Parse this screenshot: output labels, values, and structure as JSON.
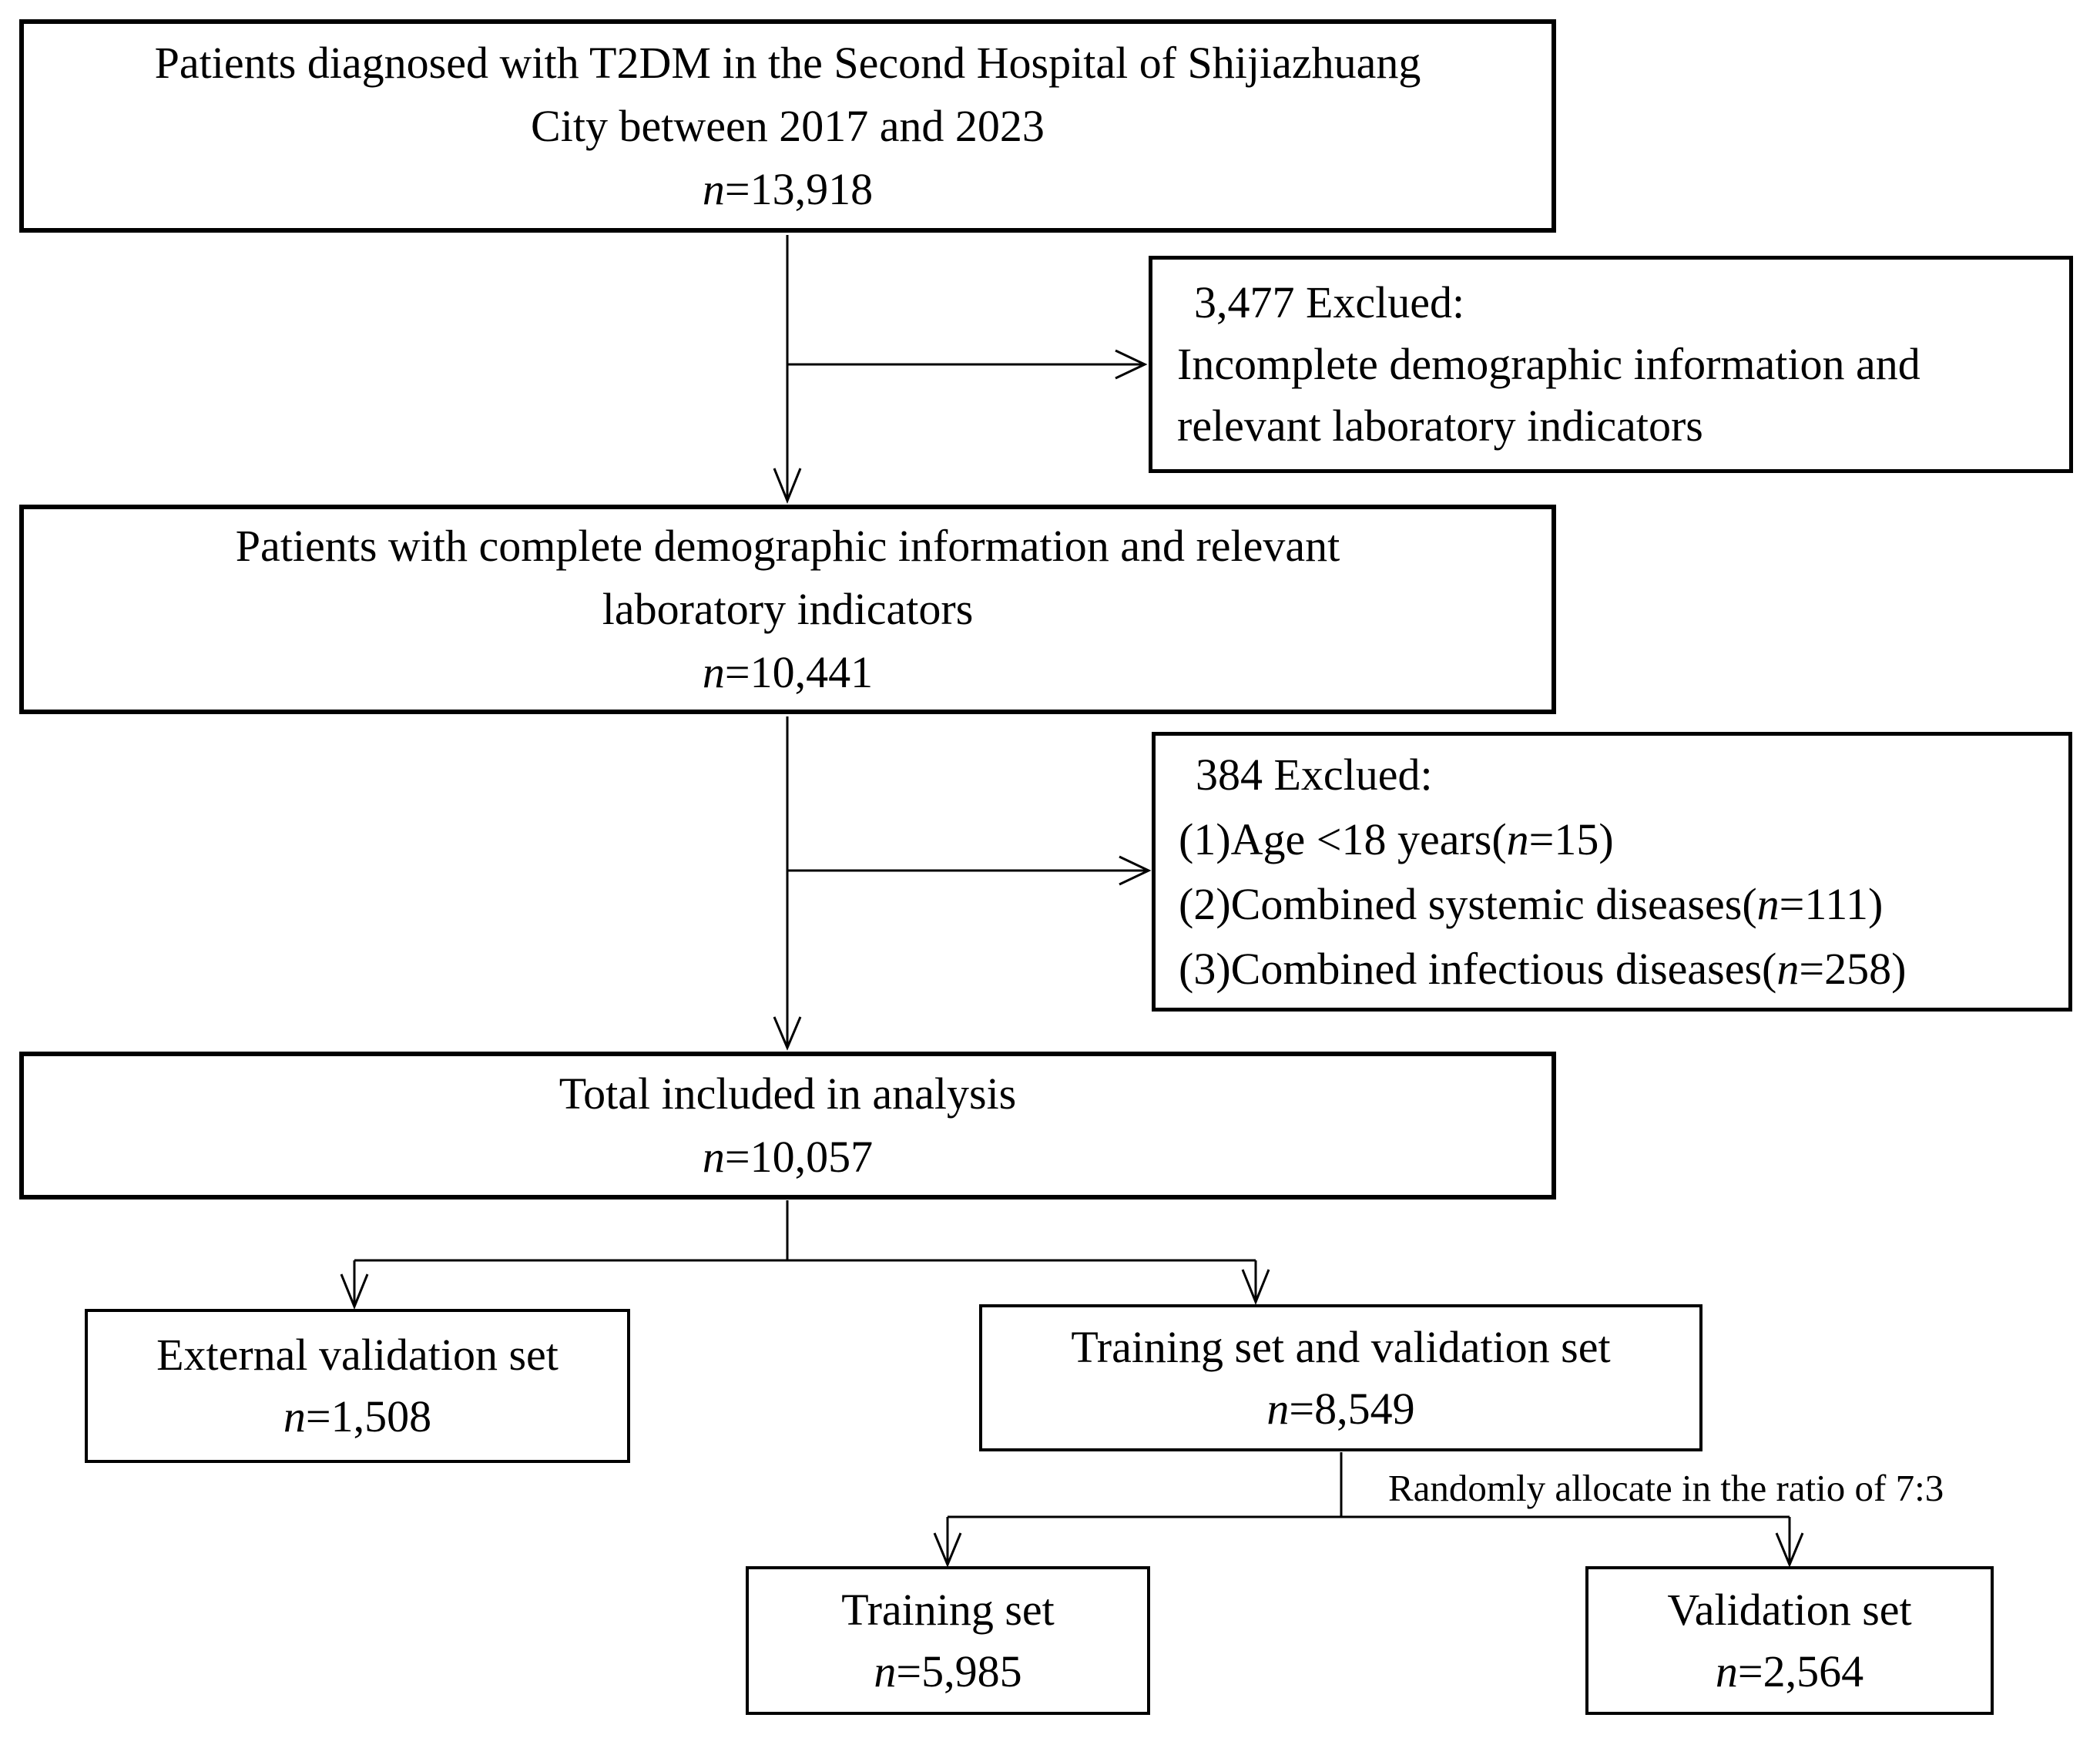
{
  "diagram": {
    "background_color": "#ffffff",
    "line_color": "#000000",
    "nodes": {
      "source": {
        "lines": [
          "Patients diagnosed with T2DM in the Second Hospital of Shijiazhuang",
          "City between 2017 and 2023",
          "n=13,918"
        ]
      },
      "excluded_first": {
        "lines": [
          "3,477 Exclued:",
          "Incomplete demographic information and",
          "relevant laboratory indicators"
        ]
      },
      "complete": {
        "lines": [
          "Patients with complete demographic information and relevant",
          "laboratory indicators",
          "n=10,441"
        ]
      },
      "excluded_second": {
        "lines": [
          "384 Exclued:",
          "(1)Age <18 years(n=15)",
          "(2)Combined systemic diseases(n=111)",
          "(3)Combined infectious diseases(n=258)"
        ]
      },
      "total": {
        "lines": [
          "Total included in analysis",
          "n=10,057"
        ]
      },
      "external_validation": {
        "lines": [
          "External validation set",
          "n=1,508"
        ]
      },
      "training_and_validation": {
        "lines": [
          "Training set and validation set",
          "n=8,549"
        ]
      },
      "training": {
        "lines": [
          "Training set",
          "n=5,985"
        ]
      },
      "validation": {
        "lines": [
          "Validation set",
          "n=2,564"
        ]
      }
    },
    "edge_labels": {
      "allocation": "Randomly allocate in the ratio of 7:3"
    }
  }
}
